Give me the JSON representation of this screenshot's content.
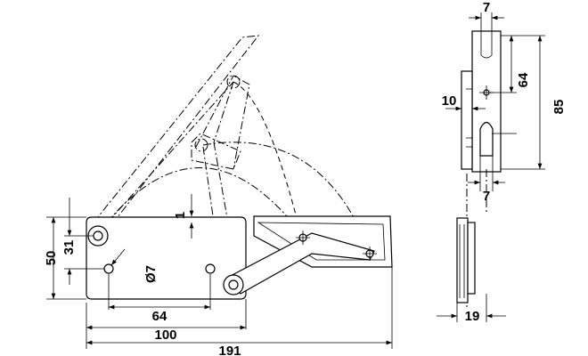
{
  "drawing": {
    "front_view": {
      "dimensions": {
        "height_total": "50",
        "height_pivot": "31",
        "offset": "1",
        "hole_diameter": "Ø7",
        "hole_spacing": "64",
        "plate_length": "100",
        "total_length": "191"
      }
    },
    "side_view": {
      "dimensions": {
        "slot_width_top": "7",
        "hole_distance": "64",
        "height": "85",
        "plate_offset": "10",
        "slot_width_bottom": "7",
        "depth": "19"
      }
    }
  }
}
